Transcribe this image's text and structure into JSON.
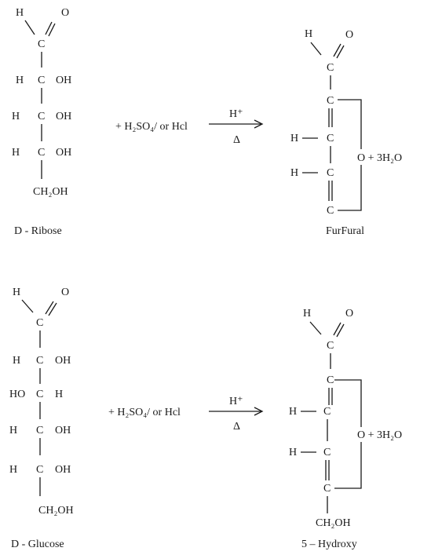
{
  "reactions": [
    {
      "reactant": {
        "name": "D - Ribose",
        "formyl": {
          "h": "H",
          "c": "C",
          "o": "O"
        },
        "rows": [
          {
            "left": "H",
            "c": "C",
            "right": "OH"
          },
          {
            "left": "H",
            "c": "C",
            "right": "OH"
          },
          {
            "left": "H",
            "c": "C",
            "right": "OH"
          }
        ],
        "terminal": "CH₂OH"
      },
      "reagent": "+ H₂SO₄/ or Hcl",
      "arrow_top": "H⁺",
      "arrow_bottom": "Δ",
      "product": {
        "name": "FurFural",
        "formyl": {
          "h": "H",
          "c": "C",
          "o": "O"
        },
        "ring_c": [
          "C",
          "C",
          "C",
          "C"
        ],
        "ring_h": [
          "H",
          "H"
        ],
        "byproduct": "O + 3H₂O"
      }
    },
    {
      "reactant": {
        "name": "D - Glucose",
        "formyl": {
          "h": "H",
          "c": "C",
          "o": "O"
        },
        "rows": [
          {
            "left": "H",
            "c": "C",
            "right": "OH"
          },
          {
            "left": "HO",
            "c": "C",
            "right": "H"
          },
          {
            "left": "H",
            "c": "C",
            "right": "OH"
          },
          {
            "left": "H",
            "c": "C",
            "right": "OH"
          }
        ],
        "terminal": "CH₂OH"
      },
      "reagent": "+ H₂SO₄/ or Hcl",
      "arrow_top": "H⁺",
      "arrow_bottom": "Δ",
      "product": {
        "name": "5 – Hydroxy",
        "formyl": {
          "h": "H",
          "c": "C",
          "o": "O"
        },
        "ring_c": [
          "C",
          "C",
          "C",
          "C"
        ],
        "ring_h": [
          "H",
          "H"
        ],
        "byproduct": "O + 3H₂O",
        "terminal": "CH₂OH"
      }
    }
  ]
}
